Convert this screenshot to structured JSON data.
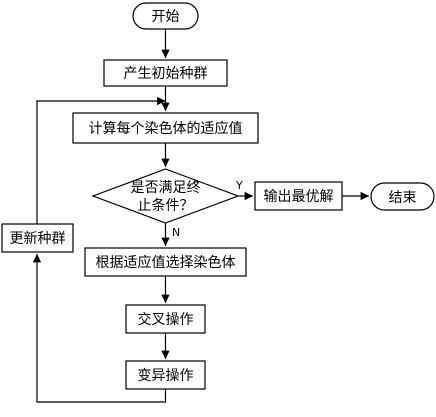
{
  "nodes": {
    "start": "开始",
    "init_population": "产生初始种群",
    "compute_fitness": "计算每个染色体的适应值",
    "decision_line1": "是否满足终",
    "decision_line2": "止条件？",
    "output_best": "输出最优解",
    "end": "结束",
    "select": "根据适应值选择染色体",
    "crossover": "交叉操作",
    "mutation": "变异操作",
    "update_population": "更新种群"
  },
  "edges": {
    "yes_label": "Y",
    "no_label": "N"
  }
}
